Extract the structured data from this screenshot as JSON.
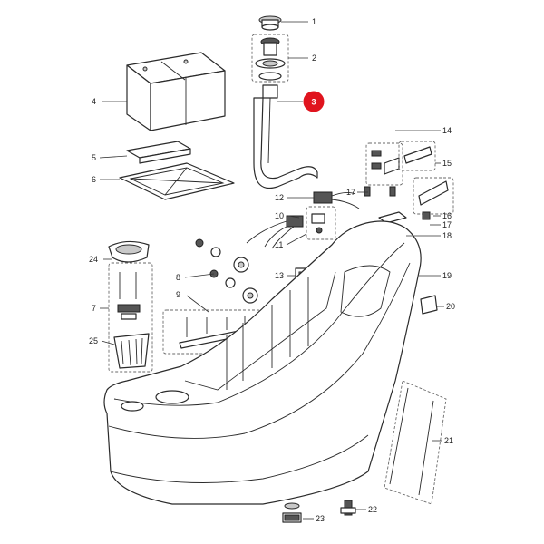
{
  "callouts": [
    {
      "label": "1"
    },
    {
      "label": "2"
    },
    {
      "label": "3"
    },
    {
      "label": "4"
    },
    {
      "label": "5"
    },
    {
      "label": "6"
    },
    {
      "label": "7"
    },
    {
      "label": "8"
    },
    {
      "label": "9"
    },
    {
      "label": "10"
    },
    {
      "label": "11"
    },
    {
      "label": "12"
    },
    {
      "label": "13"
    },
    {
      "label": "14"
    },
    {
      "label": "15"
    },
    {
      "label": "16"
    },
    {
      "label": "17"
    },
    {
      "label": "17"
    },
    {
      "label": "18"
    },
    {
      "label": "19"
    },
    {
      "label": "20"
    },
    {
      "label": "21"
    },
    {
      "label": "22"
    },
    {
      "label": "23"
    },
    {
      "label": "24"
    },
    {
      "label": "25"
    }
  ],
  "highlighted_callout": {
    "label": "3",
    "color": "#e0141e"
  },
  "colors": {
    "line": "#2b2b2b",
    "highlight": "#e0141e"
  }
}
